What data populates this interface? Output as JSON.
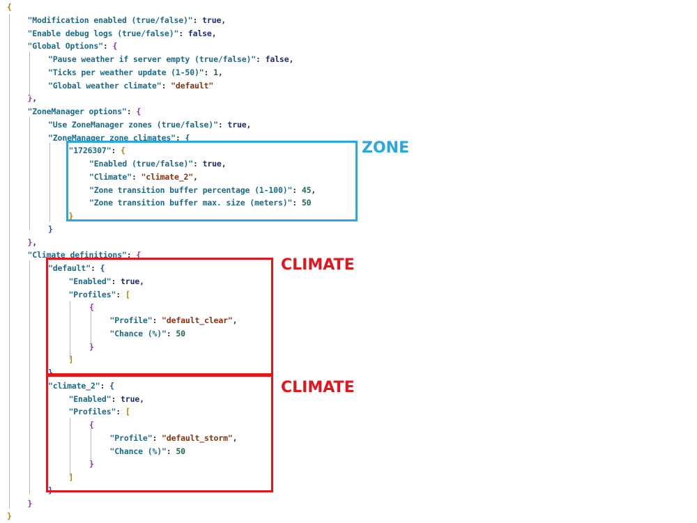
{
  "colors": {
    "zone_box": "#29a8e0",
    "climate_box": "#e8141c",
    "key": "#1a6a8a",
    "string": "#8b2f0d",
    "keyword": "#1e2a7a",
    "number": "#1e6b46"
  },
  "annotations": {
    "zone": "ZONE",
    "climate_1": "CLIMATE",
    "climate_2": "CLIMATE"
  },
  "code_lines": [
    [
      [
        "b1",
        "{"
      ]
    ],
    [
      [
        "key",
        "\"Modification enabled (true/false)\""
      ],
      [
        "p",
        ": "
      ],
      [
        "kw",
        "true"
      ],
      [
        "p",
        ","
      ]
    ],
    [
      [
        "key",
        "\"Enable debug logs (true/false)\""
      ],
      [
        "p",
        ": "
      ],
      [
        "kw",
        "false"
      ],
      [
        "p",
        ","
      ]
    ],
    [
      [
        "key",
        "\"Global Options\""
      ],
      [
        "p",
        ": "
      ],
      [
        "b2",
        "{"
      ]
    ],
    [
      [
        "key",
        "\"Pause weather if server empty (true/false)\""
      ],
      [
        "p",
        ": "
      ],
      [
        "kw",
        "false"
      ],
      [
        "p",
        ","
      ]
    ],
    [
      [
        "key",
        "\"Ticks per weather update (1-50)\""
      ],
      [
        "p",
        ": "
      ],
      [
        "num",
        "1"
      ],
      [
        "p",
        ","
      ]
    ],
    [
      [
        "key",
        "\"Global weather climate\""
      ],
      [
        "p",
        ": "
      ],
      [
        "str",
        "\"default\""
      ]
    ],
    [
      [
        "b2",
        "}"
      ],
      [
        "p",
        ","
      ]
    ],
    [
      [
        "key",
        "\"ZoneManager options\""
      ],
      [
        "p",
        ": "
      ],
      [
        "b2",
        "{"
      ]
    ],
    [
      [
        "key",
        "\"Use ZoneManager zones (true/false)\""
      ],
      [
        "p",
        ": "
      ],
      [
        "kw",
        "true"
      ],
      [
        "p",
        ","
      ]
    ],
    [
      [
        "key",
        "\"ZoneManager zone climates\""
      ],
      [
        "p",
        ": "
      ],
      [
        "b3",
        "{"
      ]
    ],
    [
      [
        "key",
        "\"1726307\""
      ],
      [
        "p",
        ": "
      ],
      [
        "b1",
        "{"
      ]
    ],
    [
      [
        "key",
        "\"Enabled (true/false)\""
      ],
      [
        "p",
        ": "
      ],
      [
        "kw",
        "true"
      ],
      [
        "p",
        ","
      ]
    ],
    [
      [
        "key",
        "\"Climate\""
      ],
      [
        "p",
        ": "
      ],
      [
        "str",
        "\"climate_2\""
      ],
      [
        "p",
        ","
      ]
    ],
    [
      [
        "key",
        "\"Zone transition buffer percentage (1-100)\""
      ],
      [
        "p",
        ": "
      ],
      [
        "num",
        "45"
      ],
      [
        "p",
        ","
      ]
    ],
    [
      [
        "key",
        "\"Zone transition buffer max. size (meters)\""
      ],
      [
        "p",
        ": "
      ],
      [
        "num",
        "50"
      ]
    ],
    [
      [
        "b1",
        "}"
      ]
    ],
    [
      [
        "b3",
        "}"
      ]
    ],
    [
      [
        "b2",
        "}"
      ],
      [
        "p",
        ","
      ]
    ],
    [
      [
        "key",
        "\"Climate definitions\""
      ],
      [
        "p",
        ": "
      ],
      [
        "b2",
        "{"
      ]
    ],
    [
      [
        "key",
        "\"default\""
      ],
      [
        "p",
        ": "
      ],
      [
        "b3",
        "{"
      ]
    ],
    [
      [
        "key",
        "\"Enabled\""
      ],
      [
        "p",
        ": "
      ],
      [
        "kw",
        "true"
      ],
      [
        "p",
        ","
      ]
    ],
    [
      [
        "key",
        "\"Profiles\""
      ],
      [
        "p",
        ": "
      ],
      [
        "b1",
        "["
      ]
    ],
    [
      [
        "b2",
        "{"
      ]
    ],
    [
      [
        "key",
        "\"Profile\""
      ],
      [
        "p",
        ": "
      ],
      [
        "str",
        "\"default_clear\""
      ],
      [
        "p",
        ","
      ]
    ],
    [
      [
        "key",
        "\"Chance (%)\""
      ],
      [
        "p",
        ": "
      ],
      [
        "num",
        "50"
      ]
    ],
    [
      [
        "b2",
        "}"
      ]
    ],
    [
      [
        "b1",
        "]"
      ]
    ],
    [
      [
        "b3",
        "}"
      ],
      [
        "p",
        ","
      ]
    ],
    [
      [
        "key",
        "\"climate_2\""
      ],
      [
        "p",
        ": "
      ],
      [
        "b3",
        "{"
      ]
    ],
    [
      [
        "key",
        "\"Enabled\""
      ],
      [
        "p",
        ": "
      ],
      [
        "kw",
        "true"
      ],
      [
        "p",
        ","
      ]
    ],
    [
      [
        "key",
        "\"Profiles\""
      ],
      [
        "p",
        ": "
      ],
      [
        "b1",
        "["
      ]
    ],
    [
      [
        "b2",
        "{"
      ]
    ],
    [
      [
        "key",
        "\"Profile\""
      ],
      [
        "p",
        ": "
      ],
      [
        "str",
        "\"default_storm\""
      ],
      [
        "p",
        ","
      ]
    ],
    [
      [
        "key",
        "\"Chance (%)\""
      ],
      [
        "p",
        ": "
      ],
      [
        "num",
        "50"
      ]
    ],
    [
      [
        "b2",
        "}"
      ]
    ],
    [
      [
        "b1",
        "]"
      ]
    ],
    [
      [
        "b3",
        "}"
      ]
    ],
    [
      [
        "b2",
        "}"
      ]
    ],
    [
      [
        "b1",
        "}"
      ]
    ]
  ]
}
